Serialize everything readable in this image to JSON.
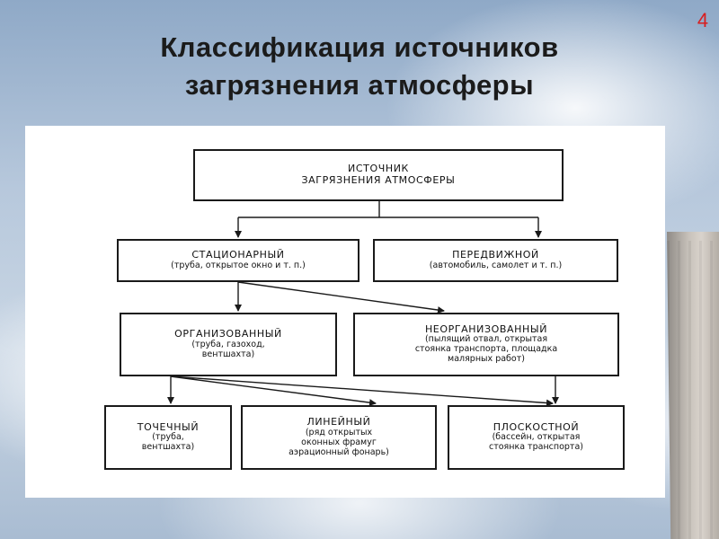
{
  "slide": {
    "number": "4",
    "title_line1": "Классификация источников",
    "title_line2": "загрязнения атмосферы"
  },
  "diagram": {
    "root": {
      "title_line1": "ИСТОЧНИК",
      "title_line2": "ЗАГРЯЗНЕНИЯ АТМОСФЕРЫ"
    },
    "stationary": {
      "title": "СТАЦИОНАРНЫЙ",
      "desc": "(труба, открытое окно и т. п.)"
    },
    "mobile": {
      "title": "ПЕРЕДВИЖНОЙ",
      "desc": "(автомобиль, самолет и т. п.)"
    },
    "organized": {
      "title": "ОРГАНИЗОВАННЫЙ",
      "desc_line1": "(труба, газоход,",
      "desc_line2": "вентшахта)"
    },
    "unorganized": {
      "title": "НЕОРГАНИЗОВАННЫЙ",
      "desc_line1": "(пылящий отвал, открытая",
      "desc_line2": "стоянка транспорта, площадка",
      "desc_line3": "малярных работ)"
    },
    "point": {
      "title": "ТОЧЕЧНЫЙ",
      "desc_line1": "(труба,",
      "desc_line2": "вентшахта)"
    },
    "linear": {
      "title": "ЛИНЕЙНЫЙ",
      "desc_line1": "(ряд открытых",
      "desc_line2": "оконных фрамуг",
      "desc_line3": "аэрационный фонарь)"
    },
    "area": {
      "title": "ПЛОСКОСТНОЙ",
      "desc_line1": "(бассейн, открытая",
      "desc_line2": "стоянка транспорта)"
    }
  },
  "colors": {
    "slide_number": "#d81e1e",
    "box_border": "#1a1a1a",
    "panel": "#ffffff"
  }
}
